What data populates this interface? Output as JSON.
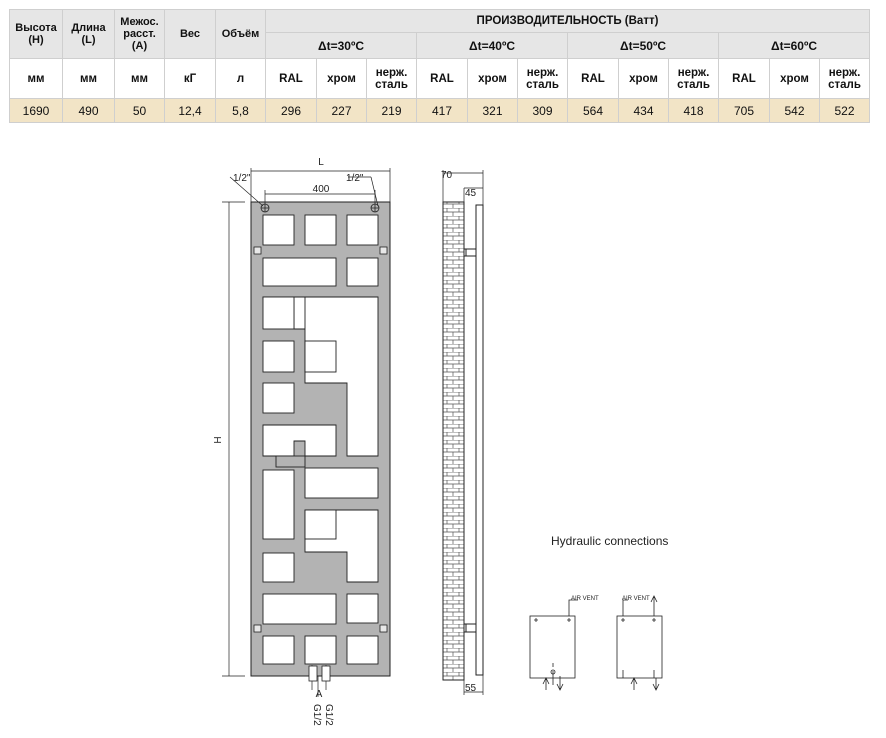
{
  "table": {
    "headers": {
      "height": "Высота (H)",
      "length": "Длина (L)",
      "center": "Межос. расст. (A)",
      "weight": "Вес",
      "volume": "Объём",
      "performance": "ПРОИЗВОДИТЕЛЬНОСТЬ (Ватт)"
    },
    "delta_labels": [
      "Δt=30ºC",
      "Δt=40ºC",
      "Δt=50ºC",
      "Δt=60ºC"
    ],
    "units": [
      "мм",
      "мм",
      "мм",
      "кГ",
      "л"
    ],
    "finish_labels": [
      "RAL",
      "хром",
      "нерж. сталь"
    ],
    "values": [
      "1690",
      "490",
      "50",
      "12,4",
      "5,8",
      "296",
      "227",
      "219",
      "417",
      "321",
      "309",
      "564",
      "434",
      "418",
      "705",
      "542",
      "522"
    ]
  },
  "drawing": {
    "label_l": "L",
    "label_400": "400",
    "label_half_left": "1/2\"",
    "label_half_right": "1/2\"",
    "label_h": "H",
    "label_a": "A",
    "label_g_left": "G1/2",
    "label_g_right": "G1/2",
    "label_70": "70",
    "label_45": "45",
    "label_55": "55"
  },
  "hydraulic": {
    "title": "Hydraulic connections",
    "air_vent_1": "AIR VENT",
    "air_vent_2": "AIR VENT"
  }
}
